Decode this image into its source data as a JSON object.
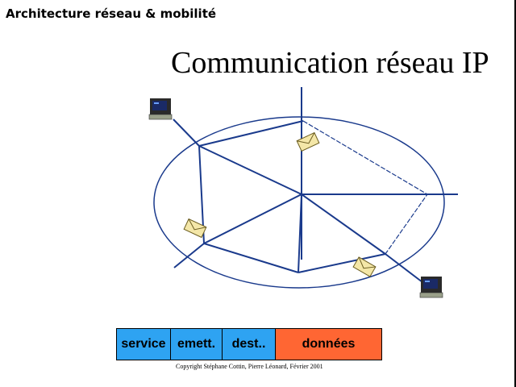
{
  "header": {
    "title": "Architecture réseau & mobilité"
  },
  "slide": {
    "title": "Communication réseau IP"
  },
  "diagram": {
    "network_color": "#1a3a8c",
    "icons": [
      "computer-icon",
      "computer-icon",
      "envelope-icon",
      "envelope-icon",
      "envelope-icon"
    ]
  },
  "packet": {
    "fields": [
      {
        "label": "service",
        "color": "#2ea3f2"
      },
      {
        "label": "emett.",
        "color": "#2ea3f2"
      },
      {
        "label": "dest..",
        "color": "#2ea3f2"
      },
      {
        "label": "données",
        "color": "#ff6633"
      }
    ]
  },
  "footer": {
    "copyright": "Copyright Stéphane Cottin, Pierre Léonard, Février 2001"
  }
}
